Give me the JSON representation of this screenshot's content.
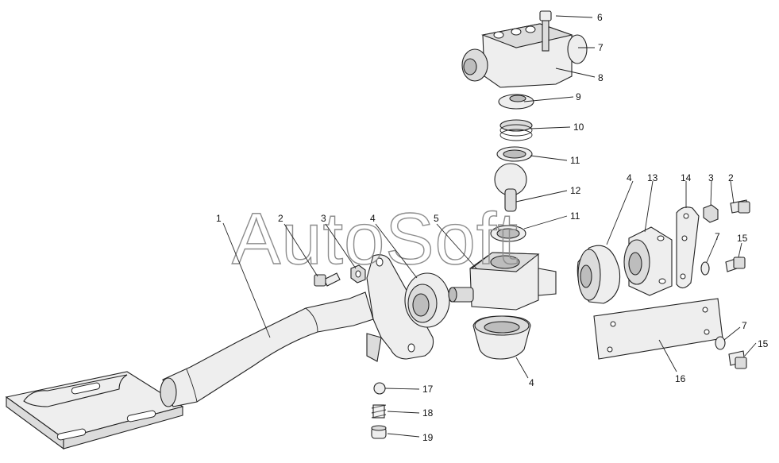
{
  "watermark": "AutoSoft",
  "callouts": [
    {
      "id": "c1",
      "label": "1"
    },
    {
      "id": "c2a",
      "label": "2"
    },
    {
      "id": "c3a",
      "label": "3"
    },
    {
      "id": "c4a",
      "label": "4"
    },
    {
      "id": "c5",
      "label": "5"
    },
    {
      "id": "c6",
      "label": "6"
    },
    {
      "id": "c7a",
      "label": "7"
    },
    {
      "id": "c8",
      "label": "8"
    },
    {
      "id": "c9",
      "label": "9"
    },
    {
      "id": "c10",
      "label": "10"
    },
    {
      "id": "c11a",
      "label": "11"
    },
    {
      "id": "c12",
      "label": "12"
    },
    {
      "id": "c11b",
      "label": "11"
    },
    {
      "id": "c4b",
      "label": "4"
    },
    {
      "id": "c13",
      "label": "13"
    },
    {
      "id": "c14",
      "label": "14"
    },
    {
      "id": "c3b",
      "label": "3"
    },
    {
      "id": "c2b",
      "label": "2"
    },
    {
      "id": "c7b",
      "label": "7"
    },
    {
      "id": "c15a",
      "label": "15"
    },
    {
      "id": "c4c",
      "label": "4"
    },
    {
      "id": "c7c",
      "label": "7"
    },
    {
      "id": "c15b",
      "label": "15"
    },
    {
      "id": "c16",
      "label": "16"
    },
    {
      "id": "c17",
      "label": "17"
    },
    {
      "id": "c18",
      "label": "18"
    },
    {
      "id": "c19",
      "label": "19"
    }
  ]
}
